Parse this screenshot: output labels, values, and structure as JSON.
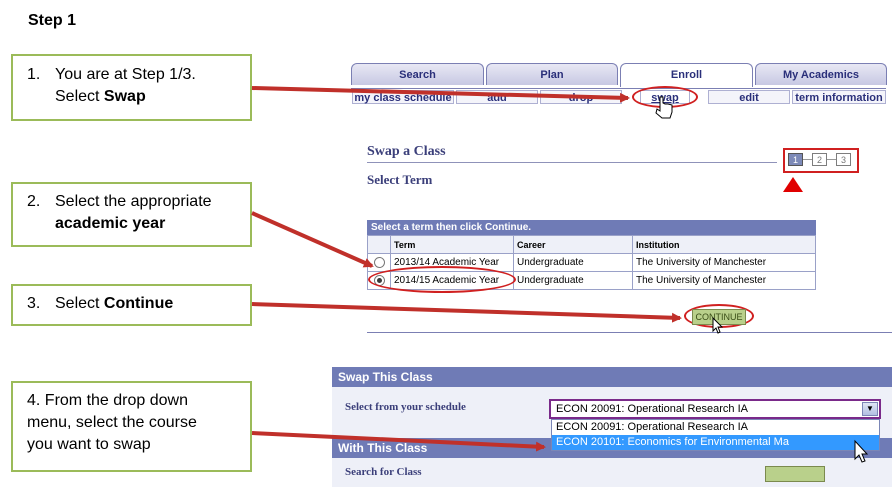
{
  "step_title": "Step 1",
  "callouts": [
    {
      "number": "1.",
      "line1": "You are at Step 1/3.",
      "line2_prefix": "Select ",
      "line2_bold": "Swap"
    },
    {
      "number": "2.",
      "line1": "Select the appropriate",
      "line2_bold": "academic year"
    },
    {
      "number": "3.",
      "line1_prefix": "Select ",
      "line1_bold": "Continue"
    },
    {
      "line1": "4. From the drop down",
      "line2": "menu, select the course",
      "line3": "you want to swap"
    }
  ],
  "tabs": [
    {
      "label": "Search"
    },
    {
      "label": "Plan"
    },
    {
      "label": "Enroll"
    },
    {
      "label": "My Academics"
    }
  ],
  "subnav": [
    {
      "label": "my class schedule"
    },
    {
      "label": "add"
    },
    {
      "label": "drop"
    },
    {
      "label": "swap"
    },
    {
      "label": "edit"
    },
    {
      "label": "term information"
    }
  ],
  "swap_page": {
    "title": "Swap a Class",
    "subtitle": "Select Term",
    "progress_steps": [
      "1",
      "2",
      "3"
    ]
  },
  "term_grid": {
    "header": "Select a term then click Continue.",
    "columns": [
      "Term",
      "Career",
      "Institution"
    ],
    "rows": [
      {
        "term": "2013/14 Academic Year",
        "career": "Undergraduate",
        "institution": "The University of Manchester",
        "selected": false
      },
      {
        "term": "2014/15 Academic Year",
        "career": "Undergraduate",
        "institution": "The University of Manchester",
        "selected": true
      }
    ]
  },
  "continue_label": "CONTINUE",
  "swap_this_class": {
    "header": "Swap This Class",
    "label": "Select from your schedule",
    "selected_value": "ECON 20091: Operational Research IA",
    "options": [
      "ECON 20091: Operational Research IA",
      "ECON 20101: Economics for Environmental Ma"
    ]
  },
  "with_this_class": {
    "header": "With This Class",
    "partial_label": "Search for Class"
  },
  "colors": {
    "accent_red": "#d02020",
    "callout_border": "#9bbb59",
    "ps_blue": "#6f7bb6"
  }
}
